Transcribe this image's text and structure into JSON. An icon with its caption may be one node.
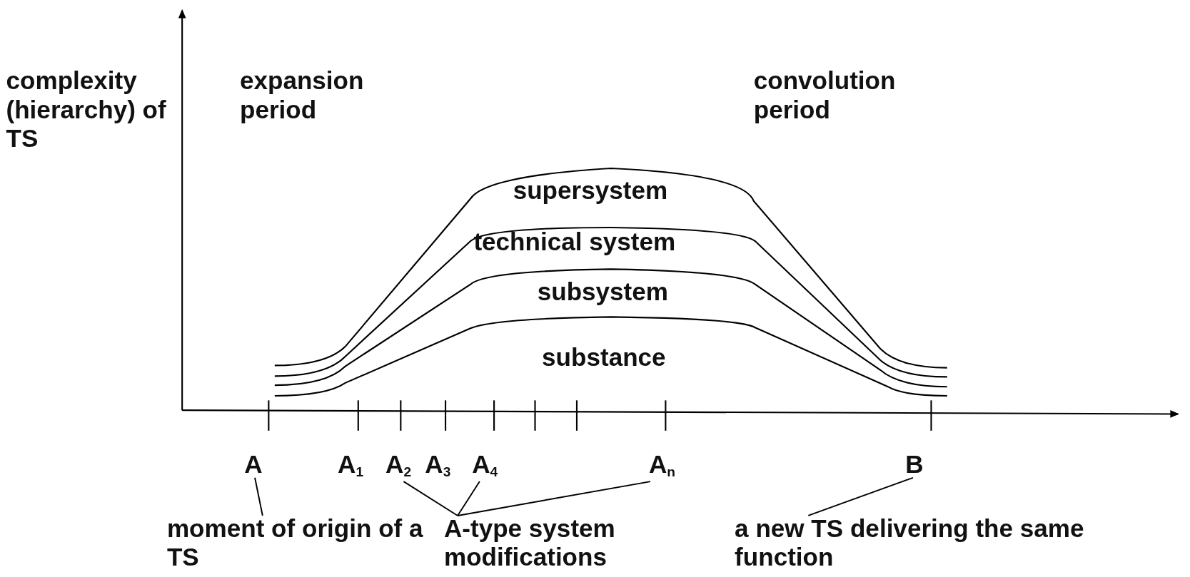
{
  "diagram": {
    "nodes": [
      {
        "text": [
          "A"
        ]
      },
      {
        "text": [
          "A$_{2}$"
        ]
      },
      {
        "text": [
          "A$_{4}$"
        ]
      },
      {
        "text": [
          "A$_{n}$"
        ]
      },
      {
        "text": [
          "B"
        ]
      },
      {
        "text": [
          "moment of origin of a TS"
        ]
      },
      {
        "text": [
          "A-type system modifications"
        ]
      },
      {
        "text": [
          "a new TS delivering the same function"
        ]
      }
    ],
    "edges": [
      {
        "from": 5,
        "to": 0,
        "arrow": "none"
      },
      {
        "from": 6,
        "to": 1,
        "arrow": "none"
      },
      {
        "from": 6,
        "to": 2,
        "arrow": "none"
      },
      {
        "from": 6,
        "to": 3,
        "arrow": "none"
      },
      {
        "from": 7,
        "to": 4,
        "arrow": "none"
      }
    ],
    "labels": [
      "complexity (hierarchy) of TS",
      "expansion period",
      "convolution period",
      "supersystem",
      "technical system",
      "subsystem",
      "substance",
      "A$_{1}$",
      "A$_{3}$"
    ]
  }
}
